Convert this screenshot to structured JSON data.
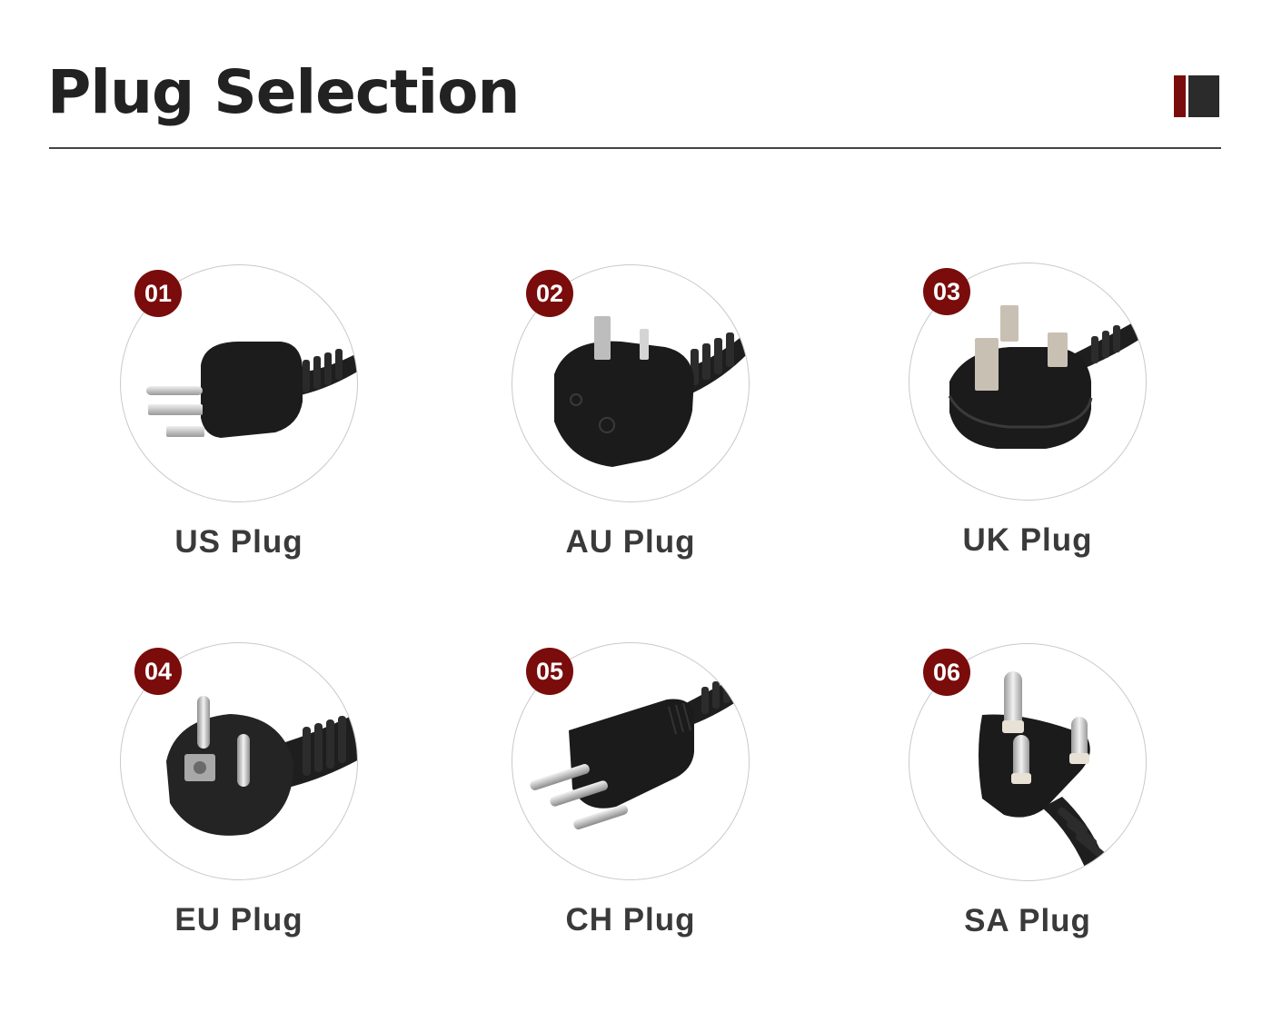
{
  "header": {
    "title": "Plug Selection"
  },
  "colors": {
    "accent": "#7a0c0c",
    "dark": "#2b2b2b",
    "title": "#222222",
    "label": "#3a3a3a",
    "plug_body": "#1d1d1d",
    "pin": "#cfcfcf"
  },
  "plugs": [
    {
      "number": "01",
      "label": "US Plug",
      "icon": "us-plug-icon"
    },
    {
      "number": "02",
      "label": "AU Plug",
      "icon": "au-plug-icon"
    },
    {
      "number": "03",
      "label": "UK Plug",
      "icon": "uk-plug-icon"
    },
    {
      "number": "04",
      "label": "EU Plug",
      "icon": "eu-plug-icon"
    },
    {
      "number": "05",
      "label": "CH Plug",
      "icon": "ch-plug-icon"
    },
    {
      "number": "06",
      "label": "SA Plug",
      "icon": "sa-plug-icon"
    }
  ]
}
